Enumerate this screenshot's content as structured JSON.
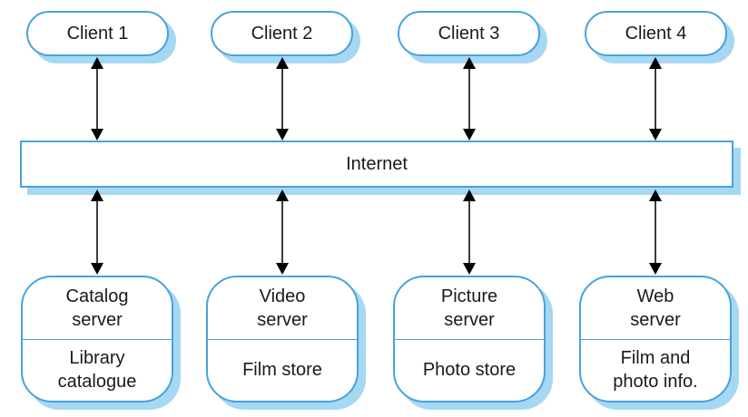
{
  "diagram": {
    "clients": [
      {
        "label": "Client 1"
      },
      {
        "label": "Client 2"
      },
      {
        "label": "Client 3"
      },
      {
        "label": "Client 4"
      }
    ],
    "internet": {
      "label": "Internet"
    },
    "servers": [
      {
        "name_lines": [
          "Catalog",
          "server"
        ],
        "store_lines": [
          "Library",
          "catalogue"
        ]
      },
      {
        "name_lines": [
          "Video",
          "server"
        ],
        "store_lines": [
          "Film store",
          ""
        ]
      },
      {
        "name_lines": [
          "Picture",
          "server"
        ],
        "store_lines": [
          "Photo store",
          ""
        ]
      },
      {
        "name_lines": [
          "Web",
          "server"
        ],
        "store_lines": [
          "Film and",
          "photo info."
        ]
      }
    ],
    "colors": {
      "node_border": "#46a2de",
      "node_shadow": "#a6d8f4",
      "text": "#1a1a1a",
      "arrow_shaft": "#3c3c3c",
      "arrow_head": "#000000"
    }
  }
}
